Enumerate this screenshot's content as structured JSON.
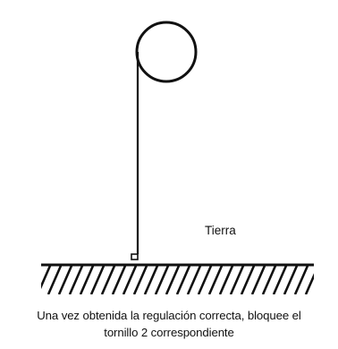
{
  "diagram": {
    "ground_label": "Tierra",
    "caption_line1": "Una vez obtenida la regulación correcta, bloquee el",
    "caption_line2": "tornillo 2 correspondiente",
    "colors": {
      "ink": "#111111",
      "background": "#ffffff"
    }
  }
}
